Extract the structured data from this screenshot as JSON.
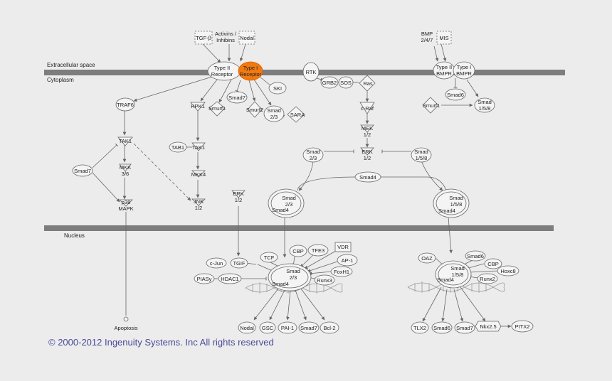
{
  "regions": {
    "extracellular": "Extracellular space",
    "cytoplasm": "Cytoplasm",
    "nucleus": "Nucleus"
  },
  "copyright": "© 2000-2012 Ingenuity Systems. Inc  All rights reserved",
  "colors": {
    "background": "#ececec",
    "membrane": "#7d7d7d",
    "node_stroke": "#666666",
    "highlight": "#f07a10",
    "copyright": "#4b4a9a"
  },
  "nodes": {
    "tgfb": "TGF-β",
    "activins_1": "Activins /",
    "activins_2": "Inhibins",
    "nodal_top": "Nodal",
    "type2_1": "Type II",
    "type2_2": "Receptor",
    "type1_1": "Type I",
    "type1_2": "Receptor",
    "ski": "SKI",
    "smad7_top": "Smad7",
    "smurf1_mid": "Smurf1",
    "smurf2": "Smurf2",
    "smad23_top_1": "Smad",
    "smad23_top_2": "2/3",
    "sara": "SARA",
    "hpk1": "HPK1",
    "traf6": "TRAF6",
    "tak1_left": "TAK1",
    "smad7_left": "Smad7",
    "mkk36_1": "MKK",
    "mkk36_2": "3/6",
    "p38_1": "p38",
    "p38_2": "MAPK",
    "tab1": "TAB1",
    "tak1_mid": "TAK1",
    "mkk4": "MKK4",
    "jnk_1": "JNK",
    "jnk_2": "1/2",
    "erk_left_1": "ERK",
    "erk_left_2": "1/2",
    "apoptosis": "Apoptosis",
    "rtk": "RTK",
    "grb2": "GRB2",
    "sos": "SOS",
    "ras": "Ras",
    "craf": "c-Raf",
    "mek_1": "MEK",
    "mek_2": "1/2",
    "erk_mid_1": "ERK",
    "erk_mid_2": "1/2",
    "smad23_mid_1": "Smad",
    "smad23_mid_2": "2/3",
    "smad158_mid_1": "Smad",
    "smad158_mid_2": "1/5/8",
    "smad4_mid": "Smad4",
    "cplx_l_1": "Smad",
    "cplx_l_2": "2/3",
    "cplx_l_3": "Smad4",
    "cplx_r_1": "Smad",
    "cplx_r_2": "1/5/8",
    "cplx_r_3": "Smad4",
    "bmp_1": "BMP",
    "bmp_2": "2/4/7",
    "mis": "MIS",
    "bmpr2_1": "Type II",
    "bmpr2_2": "BMPR",
    "bmpr1_1": "Type I",
    "bmpr1_2": "BMPR",
    "smad6_top": "Smad6",
    "smurf1_right": "Smurf1",
    "smad158_top_1": "Smad",
    "smad158_top_2": "1/5/8",
    "tcf": "TCF",
    "cbp_l": "CBP",
    "tfe3": "TFE3",
    "vdr": "VDR",
    "ap1": "AP-1",
    "cjun": "c-Jun",
    "tgif": "TGIF",
    "piasy": "PIASy",
    "hdac1": "HDAC1",
    "foxh1": "FoxH1",
    "runx3": "Runx3",
    "nuc_l_1": "Smad",
    "nuc_l_2": "2/3",
    "nuc_l_3": "Smad4",
    "nodal_bot": "Nodal",
    "gsc": "GSC",
    "pai1": "PAI-1",
    "smad7_bot": "Smad7",
    "bcl2": "Bcl-2",
    "oaz": "OAZ",
    "smad6_nuc": "Smad6",
    "cbp_r": "CBP",
    "hoxc8": "Hoxc8",
    "runx2": "Runx2",
    "nuc_r_1": "Smad",
    "nuc_r_2": "1/5/8",
    "nuc_r_3": "Smad4",
    "tlx2": "TLX2",
    "smad6_bot": "Smad6",
    "smad7_bot_r": "Smad7",
    "nkx25": "Nkx2.5",
    "pitx2": "PITX2"
  }
}
